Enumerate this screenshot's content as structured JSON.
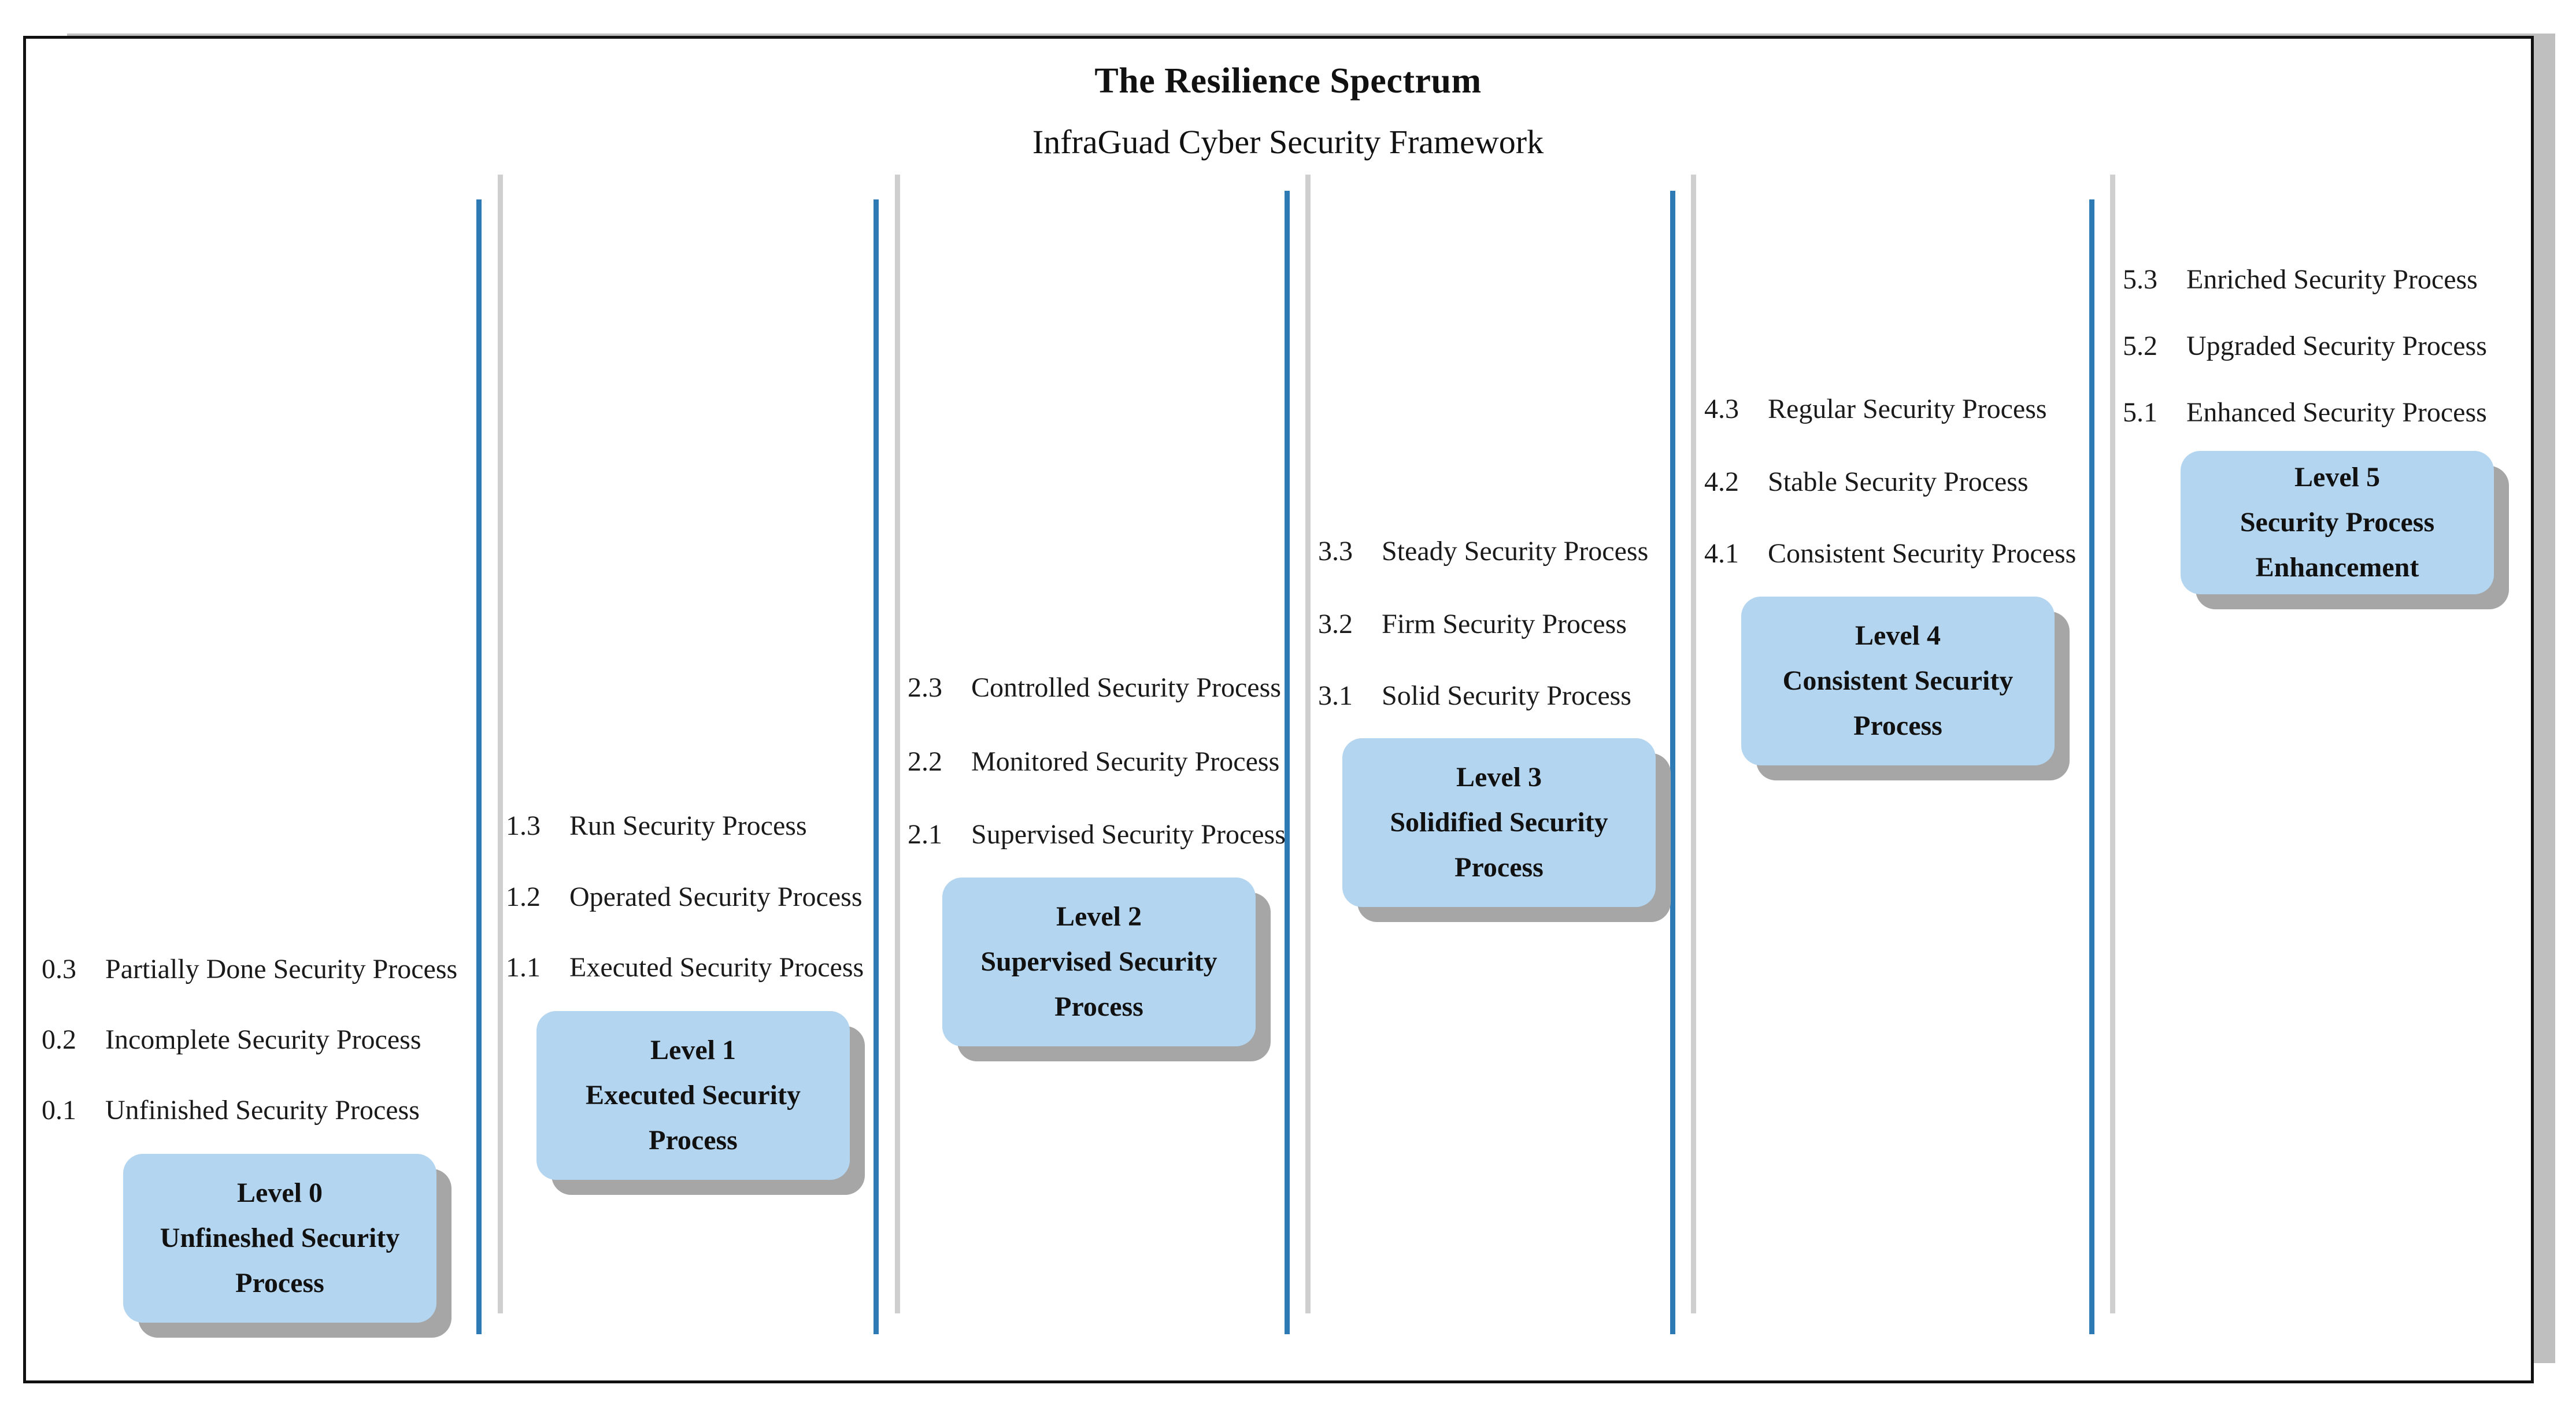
{
  "header": {
    "title": "The Resilience Spectrum",
    "subtitle": "InfraGuad Cyber Security Framework"
  },
  "colors": {
    "box_fill": "#b3d5f0",
    "box_shadow": "#a6a6a6",
    "divider_blue": "#2e7ab5",
    "divider_grey": "#cfcfcf",
    "frame_border": "#111111",
    "frame_shadow": "#bfbfbf",
    "text": "#1a1a1a"
  },
  "levels": [
    {
      "id": "level-0",
      "box": {
        "heading": "Level 0",
        "line2": "Unfineshed Security",
        "line3": "Process"
      },
      "items": [
        {
          "num": "0.3",
          "label": "Partially Done Security Process"
        },
        {
          "num": "0.2",
          "label": "Incomplete Security Process"
        },
        {
          "num": "0.1",
          "label": "Unfinished Security Process"
        }
      ]
    },
    {
      "id": "level-1",
      "box": {
        "heading": "Level 1",
        "line2": "Executed Security",
        "line3": "Process"
      },
      "items": [
        {
          "num": "1.3",
          "label": "Run Security Process"
        },
        {
          "num": "1.2",
          "label": "Operated Security Process"
        },
        {
          "num": "1.1",
          "label": "Executed Security Process"
        }
      ]
    },
    {
      "id": "level-2",
      "box": {
        "heading": "Level 2",
        "line2": "Supervised Security",
        "line3": "Process"
      },
      "items": [
        {
          "num": "2.3",
          "label": "Controlled Security Process"
        },
        {
          "num": "2.2",
          "label": "Monitored Security Process"
        },
        {
          "num": "2.1",
          "label": "Supervised Security Process"
        }
      ]
    },
    {
      "id": "level-3",
      "box": {
        "heading": "Level 3",
        "line2": "Solidified Security",
        "line3": "Process"
      },
      "items": [
        {
          "num": "3.3",
          "label": "Steady Security Process"
        },
        {
          "num": "3.2",
          "label": "Firm Security Process"
        },
        {
          "num": "3.1",
          "label": "Solid Security Process"
        }
      ]
    },
    {
      "id": "level-4",
      "box": {
        "heading": "Level 4",
        "line2": "Consistent Security",
        "line3": "Process"
      },
      "items": [
        {
          "num": "4.3",
          "label": "Regular Security Process"
        },
        {
          "num": "4.2",
          "label": "Stable Security Process"
        },
        {
          "num": "4.1",
          "label": "Consistent Security Process"
        }
      ]
    },
    {
      "id": "level-5",
      "box": {
        "heading": "Level 5",
        "line2": "Security Process",
        "line3": "Enhancement"
      },
      "items": [
        {
          "num": "5.3",
          "label": "Enriched Security Process"
        },
        {
          "num": "5.2",
          "label": "Upgraded Security Process"
        },
        {
          "num": "5.1",
          "label": "Enhanced Security Process"
        }
      ]
    }
  ]
}
